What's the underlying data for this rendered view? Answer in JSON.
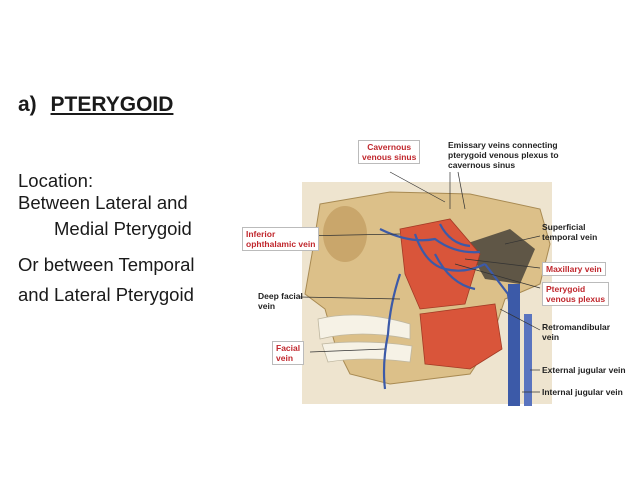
{
  "slide": {
    "heading_prefix": "a)",
    "heading_title": "PTERYGOID",
    "lines": [
      "Location:",
      "Between Lateral and",
      "Medial Pterygoid",
      "Or between Temporal",
      "and Lateral Pterygoid"
    ]
  },
  "figure": {
    "labels": {
      "cavernous_sinus": [
        "Cavernous",
        "venous sinus"
      ],
      "emissary_veins": [
        "Emissary veins connecting",
        "pterygoid venous plexus to",
        "cavernous sinus"
      ],
      "superficial_temporal": [
        "Superficial",
        "temporal vein"
      ],
      "inferior_ophthalmic": [
        "Inferior",
        "ophthalamic vein"
      ],
      "maxillary_vein": [
        "Maxillary vein"
      ],
      "pterygoid_plexus": [
        "Pterygoid",
        "venous plexus"
      ],
      "deep_facial": [
        "Deep facial",
        "vein"
      ],
      "retromandibular": [
        "Retromandibular",
        "vein"
      ],
      "facial_vein": [
        "Facial",
        "vein"
      ],
      "external_jugular": [
        "External jugular vein"
      ],
      "internal_jugular": [
        "Internal jugular vein"
      ]
    },
    "colors": {
      "label_red": "#c0272d",
      "bone": "#dcc089",
      "muscle": "#d9553a",
      "vein": "#3c5aa8"
    }
  }
}
